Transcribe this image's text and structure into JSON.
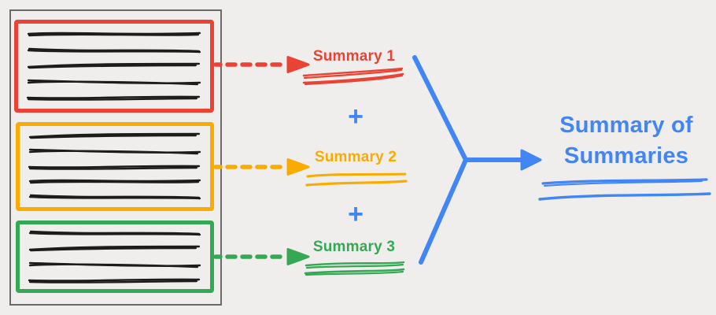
{
  "palette": {
    "red": "#EA4335",
    "orange": "#F9AB00",
    "green": "#34A853",
    "blue": "#4285F4",
    "ink": "#1C1C1C",
    "frame_gray": "#6B6B6B",
    "background": "#EFEEEC"
  },
  "source_document": {
    "sections": [
      {
        "id": "section-1",
        "color": "#EA4335",
        "text_line_count": 5
      },
      {
        "id": "section-2",
        "color": "#F9AB00",
        "text_line_count": 5
      },
      {
        "id": "section-3",
        "color": "#34A853",
        "text_line_count": 4
      }
    ]
  },
  "summaries": [
    {
      "label": "Summary 1",
      "color": "#EA4335"
    },
    {
      "label": "Summary 2",
      "color": "#F9AB00"
    },
    {
      "label": "Summary 3",
      "color": "#34A853"
    }
  ],
  "operator": {
    "plus": "+"
  },
  "result": {
    "line1": "Summary of",
    "line2": "Summaries",
    "color": "#4285F4"
  }
}
